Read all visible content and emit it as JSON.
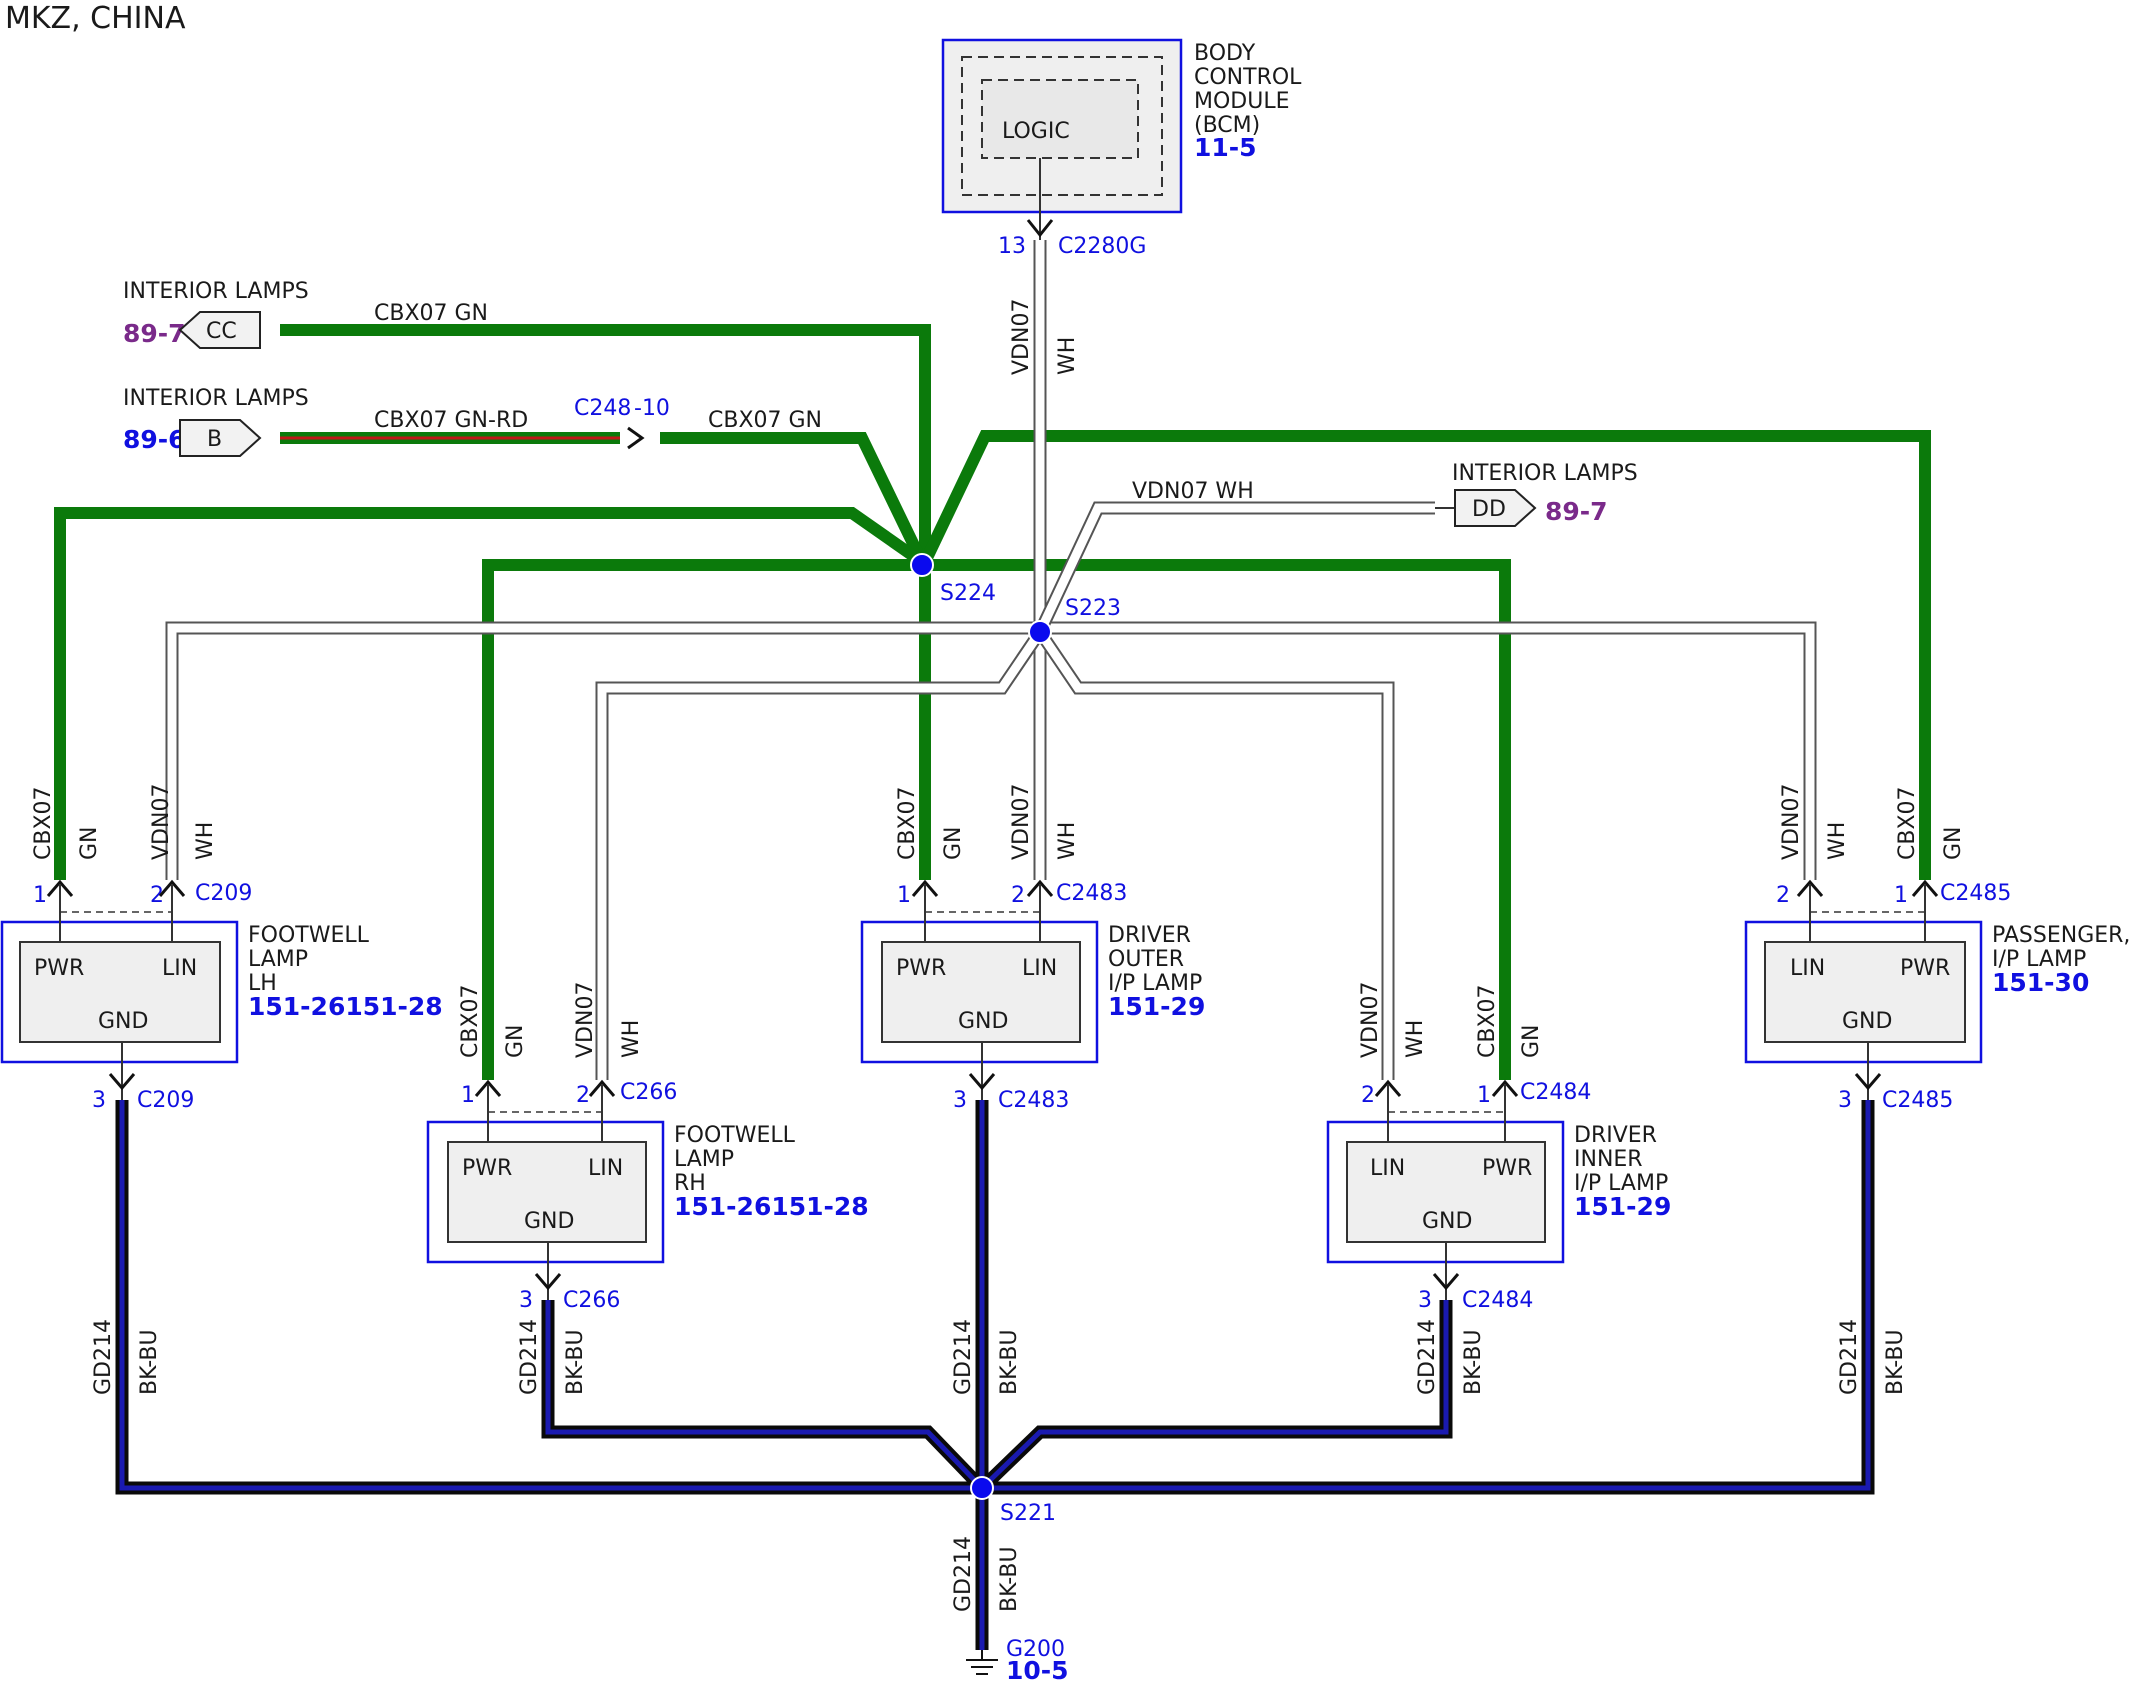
{
  "title": "MKZ, CHINA",
  "colors": {
    "green": "#0b7a0b",
    "white_wire": "#ffffff",
    "white_outline": "#555555",
    "black_blue": "#0a0a66",
    "red": "#c01818",
    "connector_blue": "#1010e0",
    "ref_purple": "#7a2a8a",
    "splice": "#0a0aee",
    "box_fill": "#efefef"
  },
  "bcm": {
    "lines": [
      "BODY",
      "CONTROL",
      "MODULE",
      "(BCM)"
    ],
    "ref": "11-5",
    "logic": "LOGIC",
    "pin": "13",
    "connector": "C2280G",
    "wire_circuit": "VDN07",
    "wire_color": "WH"
  },
  "external": {
    "cc": {
      "label": "INTERIOR LAMPS",
      "code": "CC",
      "ref": "89-7",
      "wire": "CBX07 GN"
    },
    "b": {
      "label": "INTERIOR LAMPS",
      "code": "B",
      "ref": "89-6",
      "wire": "CBX07 GN-RD",
      "inline_connector": "C248",
      "inline_pin": "-10",
      "wire_after": "CBX07 GN"
    },
    "dd": {
      "label": "INTERIOR LAMPS",
      "code": "DD",
      "ref": "89-7",
      "wire": "VDN07 WH"
    }
  },
  "splices": {
    "s224": "S224",
    "s223": "S223",
    "s221": "S221"
  },
  "ground": {
    "name": "G200",
    "ref": "10-5",
    "circuit": "GD214",
    "color": "BK-BU"
  },
  "wire_labels": {
    "cbx": "CBX07",
    "gn": "GN",
    "vdn": "VDN07",
    "wh": "WH",
    "gd": "GD214",
    "bkbu": "BK-BU"
  },
  "pins": {
    "p1": "1",
    "p2": "2",
    "p3": "3"
  },
  "pin_names": {
    "pwr": "PWR",
    "lin": "LIN",
    "gnd": "GND"
  },
  "lamps": {
    "lh": {
      "lines": [
        "FOOTWELL",
        "LAMP",
        "LH"
      ],
      "ref": "151-26151-28",
      "connector": "C209"
    },
    "rh": {
      "lines": [
        "FOOTWELL",
        "LAMP",
        "RH"
      ],
      "ref": "151-26151-28",
      "connector": "C266"
    },
    "dout": {
      "lines": [
        "DRIVER",
        "OUTER",
        "I/P LAMP"
      ],
      "ref": "151-29",
      "connector": "C2483"
    },
    "din": {
      "lines": [
        "DRIVER",
        "INNER",
        "I/P LAMP"
      ],
      "ref": "151-29",
      "connector": "C2484"
    },
    "pass": {
      "lines": [
        "PASSENGER,",
        "I/P LAMP"
      ],
      "ref": "151-30",
      "connector": "C2485"
    }
  }
}
